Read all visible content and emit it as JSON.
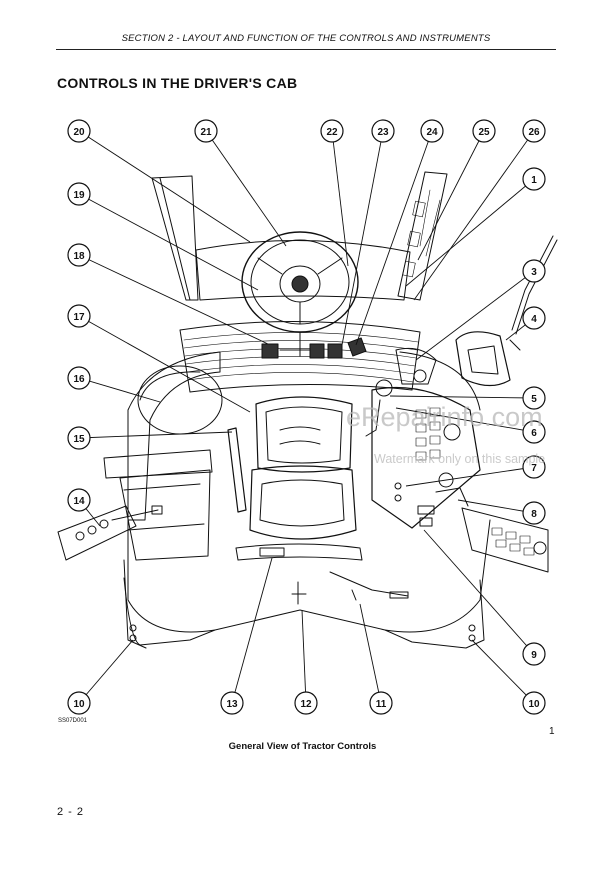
{
  "header": {
    "section_title": "SECTION 2 - LAYOUT AND FUNCTION OF THE CONTROLS AND INSTRUMENTS"
  },
  "page_title": "CONTROLS IN THE DRIVER'S CAB",
  "figure": {
    "code": "SS07D001",
    "number": "1",
    "caption": "General View of Tractor Controls",
    "callouts": [
      "20",
      "21",
      "22",
      "23",
      "24",
      "25",
      "26",
      "1",
      "19",
      "18",
      "3",
      "4",
      "17",
      "16",
      "5",
      "15",
      "6",
      "7",
      "14",
      "8",
      "9",
      "10",
      "13",
      "12",
      "11",
      "10"
    ]
  },
  "watermark": {
    "line1": "eRepairinfo.com",
    "line2": "Watermark only on this sample"
  },
  "footer": {
    "page_number": "2 - 2"
  }
}
